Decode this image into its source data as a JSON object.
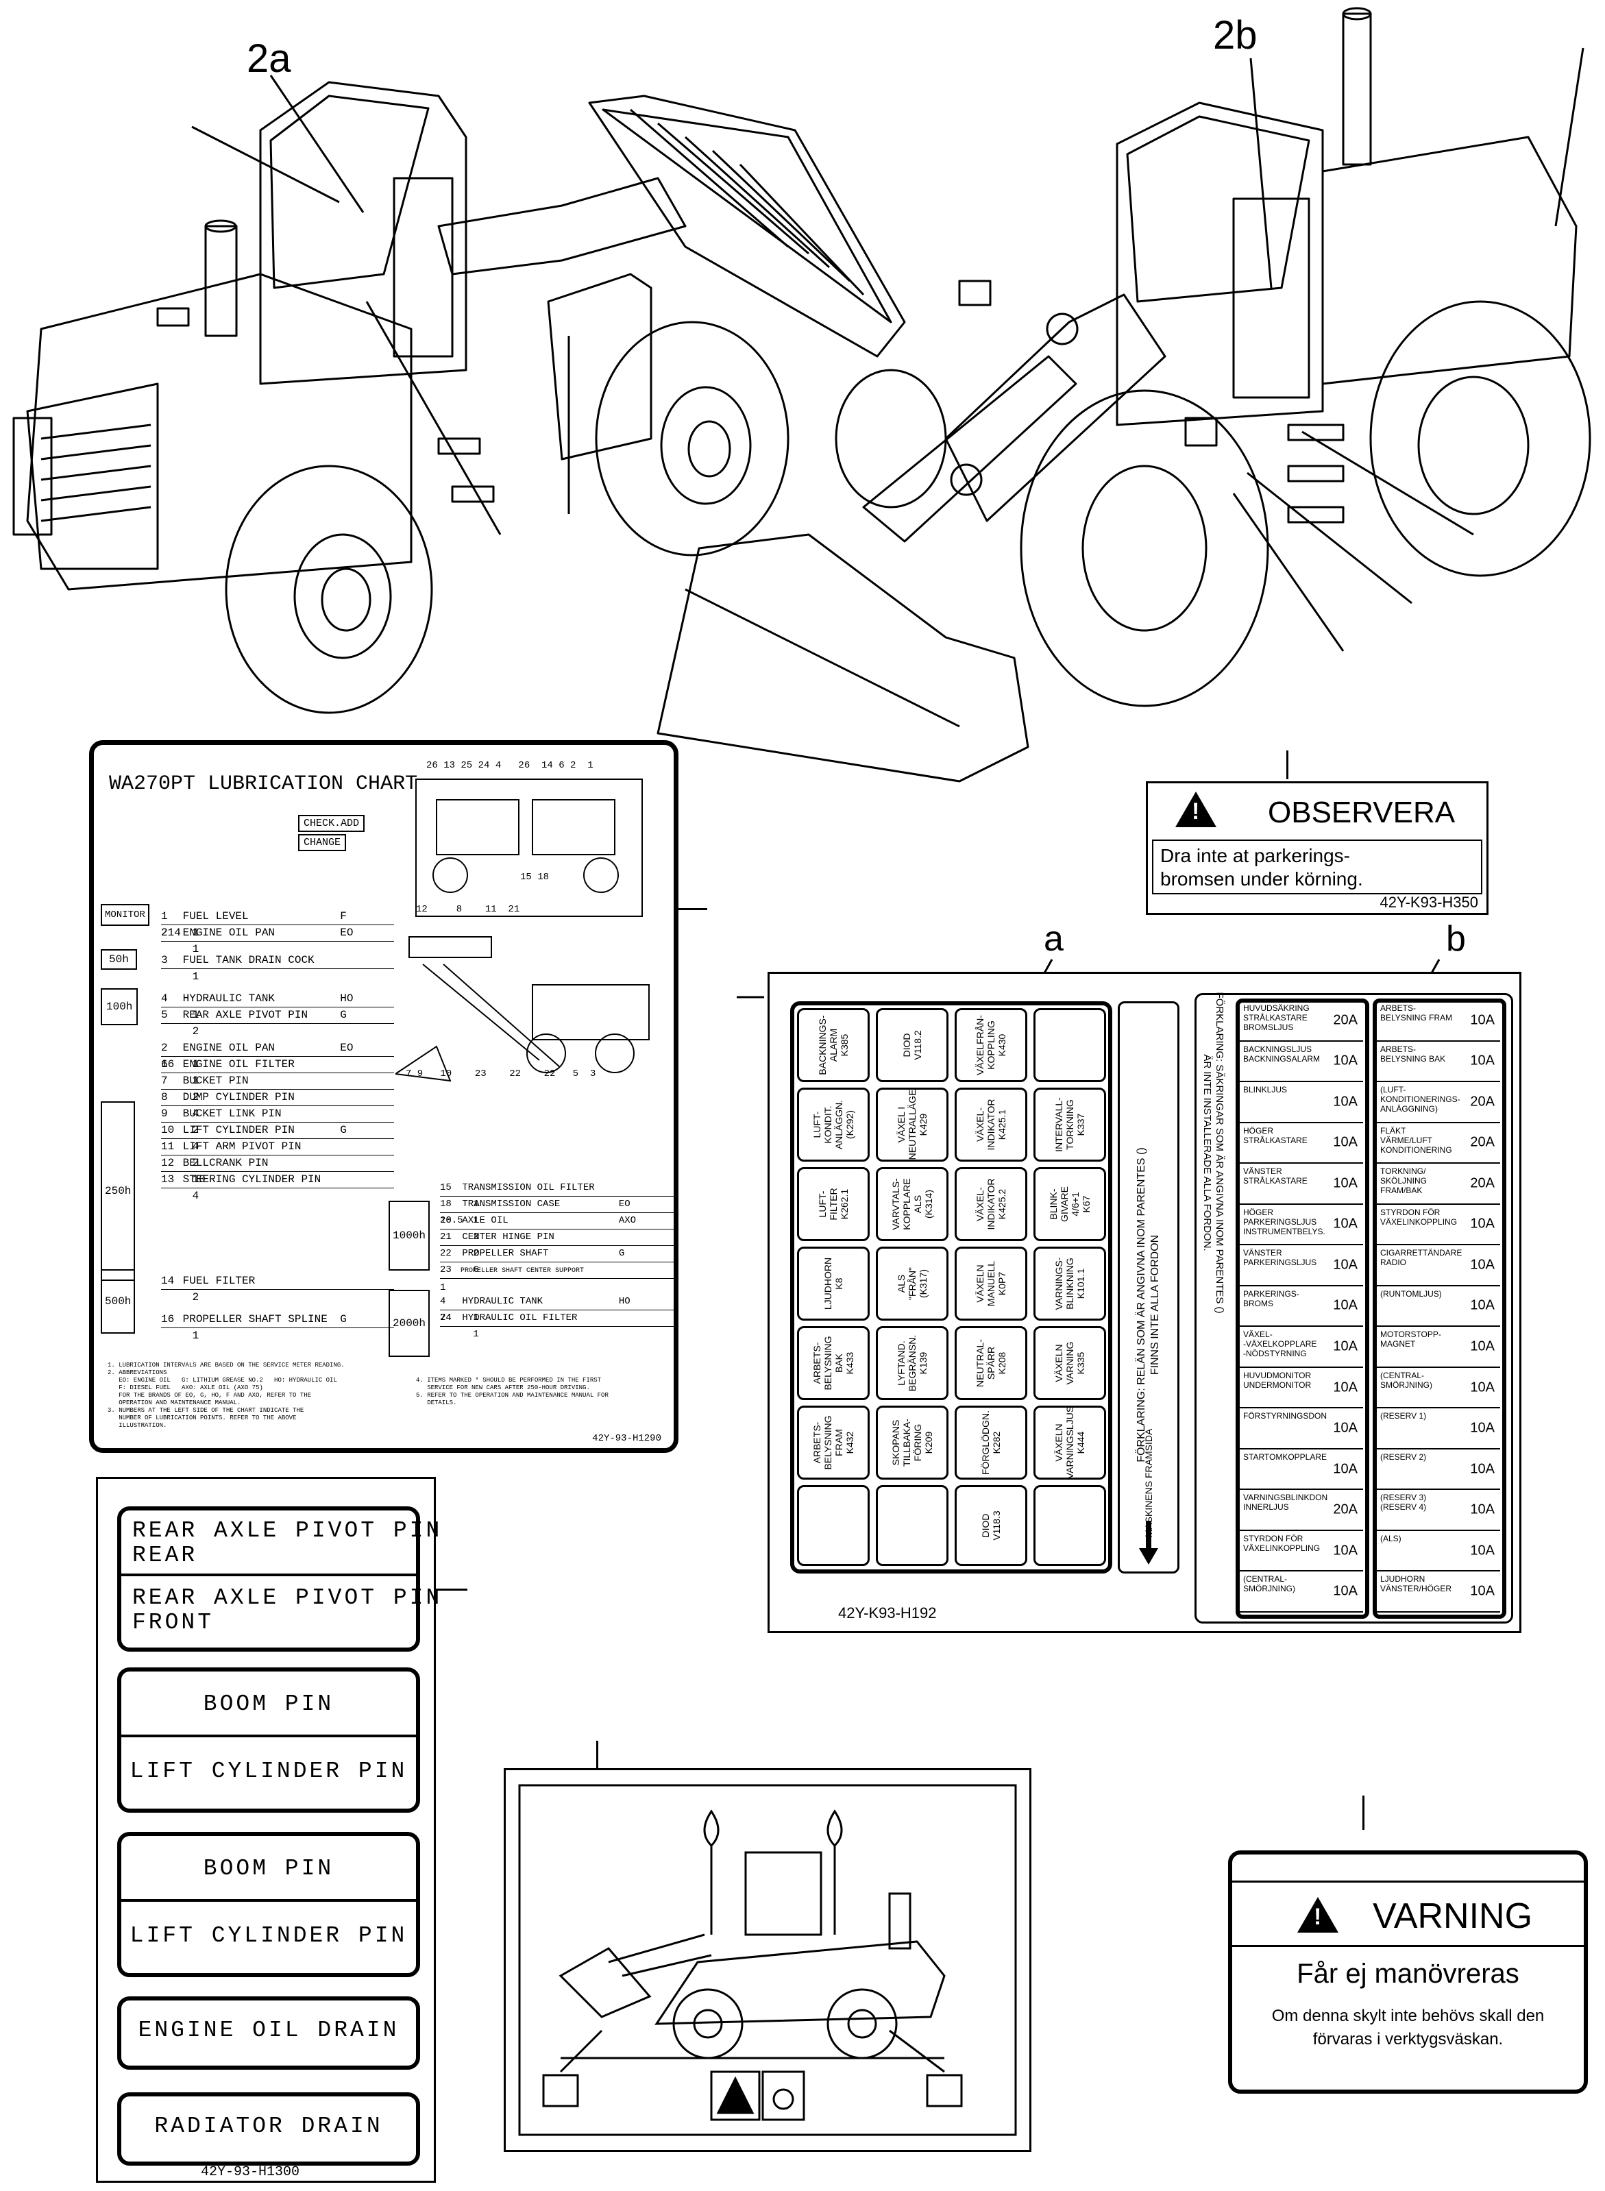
{
  "callouts": {
    "a2": "2a",
    "b2": "2b",
    "a": "a",
    "b": "b"
  },
  "lube_chart": {
    "title": "WA270PT LUBRICATION CHART",
    "check_add": "CHECK.ADD",
    "change": "CHANGE",
    "part_no": "42Y-93-H1290",
    "intervals": [
      "MONITOR",
      "50h",
      "100h",
      "250h",
      "500h",
      "1000h",
      "2000h"
    ],
    "left_rows": [
      {
        "no": "1",
        "item": "FUEL LEVEL",
        "oil": "F",
        "qty": "214",
        "pts": "1"
      },
      {
        "no": "2",
        "item": "ENGINE OIL PAN",
        "oil": "EO",
        "qty": "",
        "pts": "1"
      },
      {
        "no": "3",
        "item": "FUEL TANK DRAIN COCK",
        "oil": "",
        "qty": "",
        "pts": "1"
      },
      {
        "no": "4",
        "item": "HYDRAULIC TANK",
        "oil": "HO",
        "qty": "",
        "pts": "1"
      },
      {
        "no": "5",
        "item": "REAR AXLE PIVOT PIN",
        "oil": "G",
        "qty": "",
        "pts": "2"
      },
      {
        "no": "2",
        "item": "ENGINE OIL PAN",
        "oil": "EO",
        "qty": "16",
        "pts": "1"
      },
      {
        "no": "6",
        "item": "ENGINE OIL FILTER",
        "oil": "",
        "qty": "",
        "pts": "1"
      },
      {
        "no": "7",
        "item": "BUCKET PIN",
        "oil": "",
        "qty": "",
        "pts": "2"
      },
      {
        "no": "8",
        "item": "DUMP CYLINDER PIN",
        "oil": "",
        "qty": "",
        "pts": "4"
      },
      {
        "no": "9",
        "item": "BUCKET LINK PIN",
        "oil": "",
        "qty": "",
        "pts": "2"
      },
      {
        "no": "10",
        "item": "LIFT CYLINDER PIN",
        "oil": "G",
        "qty": "",
        "pts": "4"
      },
      {
        "no": "11",
        "item": "LIFT ARM PIVOT PIN",
        "oil": "",
        "qty": "",
        "pts": "2"
      },
      {
        "no": "12",
        "item": "BELLCRANK PIN",
        "oil": "",
        "qty": "",
        "pts": "10"
      },
      {
        "no": "13",
        "item": "STEERING CYLINDER PIN",
        "oil": "",
        "qty": "",
        "pts": "4"
      },
      {
        "no": "14",
        "item": "FUEL FILTER",
        "oil": "",
        "qty": "",
        "pts": "2"
      },
      {
        "no": "16",
        "item": "PROPELLER SHAFT SPLINE",
        "oil": "G",
        "qty": "",
        "pts": "1"
      }
    ],
    "right_rows": [
      {
        "no": "15",
        "item": "TRANSMISSION OIL FILTER",
        "oil": "",
        "qty": "",
        "pts": "1"
      },
      {
        "no": "18",
        "item": "TRANSMISSION CASE",
        "oil": "EO",
        "qty": "16.5",
        "pts": "1"
      },
      {
        "no": "20",
        "item": "AXLE OIL",
        "oil": "AXO",
        "qty": "",
        "pts": "2"
      },
      {
        "no": "21",
        "item": "CENTER HINGE PIN",
        "oil": "",
        "qty": "",
        "pts": "2"
      },
      {
        "no": "22",
        "item": "PROPELLER SHAFT",
        "oil": "G",
        "qty": "",
        "pts": "6"
      },
      {
        "no": "23",
        "item": "PROPELLER SHAFT CENTER SUPPORT",
        "oil": "",
        "qty": "",
        "pts": "1"
      },
      {
        "no": "4",
        "item": "HYDRAULIC TANK",
        "oil": "HO",
        "qty": "74",
        "pts": "1"
      },
      {
        "no": "24",
        "item": "HYDRAULIC OIL FILTER",
        "oil": "",
        "qty": "",
        "pts": "1"
      }
    ],
    "diagram_numbers_top": "26 13 25 24 4   26  14 6 2  1",
    "diagram_numbers_mid": "15 18",
    "diagram_numbers_low": "12     8    11  21",
    "diagram_numbers_bot": "7 9   10    23    22    22   5  3",
    "notes_left": "1. LUBRICATION INTERVALS ARE BASED ON THE SERVICE METER READING.\n2. ABBREVIATIONS\n   EO: ENGINE OIL   G: LITHIUM GREASE NO.2   HO: HYDRAULIC OIL\n   F: DIESEL FUEL   AXO: AXLE OIL (AXO 75)\n   FOR THE BRANDS OF EO, G, HO, F AND AXO, REFER TO THE\n   OPERATION AND MAINTENANCE MANUAL.\n3. NUMBERS AT THE LEFT SIDE OF THE CHART INDICATE THE\n   NUMBER OF LUBRICATION POINTS. REFER TO THE ABOVE\n   ILLUSTRATION.",
    "notes_right": "4. ITEMS MARKED * SHOULD BE PERFORMED IN THE FIRST\n   SERVICE FOR NEW CARS AFTER 250-HOUR DRIVING.\n5. REFER TO THE OPERATION AND MAINTENANCE MANUAL FOR\n   DETAILS."
  },
  "observera": {
    "title": "OBSERVERA",
    "line1": "Dra inte at parkerings-",
    "line2": "bromsen under körning.",
    "part_no": "42Y-K93-H350"
  },
  "fuse_panel": {
    "part_no": "42Y-K93-H192",
    "front_text": "MASKINENS FRAMSIDA",
    "explanation_left": "FÖRKLARING: RELÄN SOM ÄR ANGIVNA INOM PARENTES ()\nFINNS INTE ALLA FORDON",
    "explanation_right": "FÖRKLARING: SÄKRINGAR SOM ÄR ANGIVNA INOM PARENTES ()\nÄR INTE INSTALLERADE ALLA FORDON.",
    "relays": [
      [
        "BACKNINGS-\nALARM\nK385",
        "DIOD\nV118.2",
        "VÄXELFRÅN-\nKOPPLING\nK430",
        ""
      ],
      [
        "LUFT-\nKONDIT.\nANLÄGGN.\n(K292)",
        "VÄXEL I\nNEUTRALLÄGE\nK429",
        "VÄXEL-\nINDIKATOR\nK425.1",
        "INTERVALL-\nTORKNING\nK337"
      ],
      [
        "LUFT-\nFILTER\nK262.1",
        "VARVTALS-\nKOPPLARE\nALS\n(K314)",
        "VÄXEL-\nINDIKATOR\nK425.2",
        "BLINK-\nGIVARE\n4/6+1\nK67"
      ],
      [
        "LJUDHORN\nK8",
        "ALS\n\"FRÅN\"\n(K317)",
        "VÄXELN\nMANUELL\nK0P7",
        "VARNINGS-\nBLINKNING\nK101.1"
      ],
      [
        "ARBETS-\nBELYSNING\nBAK\nK433",
        "LYFTAND.\nBEGRÄNSN.\nK139",
        "NEUTRAL-\nSPÄRR\nK208",
        "VÄXELN\nVARNING\nK335"
      ],
      [
        "ARBETS-\nBELYSNING\nFRAM\nK432",
        "SKOPANS\nTILLBAKA-\nFÖRING\nK209",
        "FÖRGLÖDGN.\nK282",
        "VÄXELN\nVARNINGSLJUS\nK444"
      ],
      [
        "",
        "",
        "DIOD\nV118.3",
        ""
      ]
    ],
    "fuses_left": [
      {
        "name": "HUVUDSÄKRING\nSTRÅLKASTARE\nBROMSLJUS",
        "amp": "20A"
      },
      {
        "name": "BACKNINGSLJUS\nBACKNINGSALARM",
        "amp": "10A"
      },
      {
        "name": "BLINKLJUS",
        "amp": "10A"
      },
      {
        "name": "HÖGER\nSTRÅLKASTARE",
        "amp": "10A"
      },
      {
        "name": "VÄNSTER\nSTRÅLKASTARE",
        "amp": "10A"
      },
      {
        "name": "HÖGER\nPARKERINGSLJUS\nINSTRUMENTBELYS.",
        "amp": "10A"
      },
      {
        "name": "VÄNSTER\nPARKERINGSLJUS",
        "amp": "10A"
      },
      {
        "name": "PARKERINGS-\nBROMS",
        "amp": "10A"
      },
      {
        "name": "VÄXEL-\n-VÄXELKOPPLARE\n-NÖDSTYRNING",
        "amp": "10A"
      },
      {
        "name": "HUVUDMONITOR\nUNDERMONITOR",
        "amp": "10A"
      },
      {
        "name": "FÖRSTYRNINGSDON",
        "amp": "10A"
      },
      {
        "name": "STARTOMKOPPLARE",
        "amp": "10A"
      },
      {
        "name": "VARNINGSBLINKDON\nINNERLJUS",
        "amp": "20A"
      },
      {
        "name": "STYRDON FÖR\nVÄXELINKOPPLING",
        "amp": "10A"
      },
      {
        "name": "(CENTRAL-\nSMÖRJNING)",
        "amp": "10A"
      }
    ],
    "fuses_right": [
      {
        "name": "ARBETS-\nBELYSNING FRAM",
        "amp": "10A"
      },
      {
        "name": "ARBETS-\nBELYSNING BAK",
        "amp": "10A"
      },
      {
        "name": "(LUFT-\nKONDITIONERINGS-\nANLÄGGNING)",
        "amp": "20A"
      },
      {
        "name": "FLÄKT\nVÄRME/LUFT\nKONDITIONERING",
        "amp": "20A"
      },
      {
        "name": "TORKNING/\nSKÖLJNING\nFRAM/BAK",
        "amp": "20A"
      },
      {
        "name": "STYRDON FÖR\nVÄXELINKOPPLING",
        "amp": "10A"
      },
      {
        "name": "CIGARRETTÄNDARE\nRADIO",
        "amp": "10A"
      },
      {
        "name": "(RUNTOMLJUS)",
        "amp": "10A"
      },
      {
        "name": "MOTORSTOPP-\nMAGNET",
        "amp": "10A"
      },
      {
        "name": "(CENTRAL-\nSMÖRJNING)",
        "amp": "10A"
      },
      {
        "name": "(RESERV 1)",
        "amp": "10A"
      },
      {
        "name": "(RESERV 2)",
        "amp": "10A"
      },
      {
        "name": "(RESERV 3)\n(RESERV 4)",
        "amp": "10A"
      },
      {
        "name": "(ALS)",
        "amp": "10A"
      },
      {
        "name": "LJUDHORN\nVÄNSTER/HÖGER",
        "amp": "10A"
      }
    ]
  },
  "pin_labels": {
    "strips": [
      "REAR AXLE PIVOT PIN\nREAR",
      "REAR AXLE PIVOT PIN\nFRONT",
      "BOOM PIN",
      "LIFT CYLINDER PIN",
      "BOOM PIN",
      "LIFT CYLINDER PIN",
      "ENGINE OIL DRAIN",
      "RADIATOR DRAIN"
    ],
    "part_no": "42Y-93-H1300"
  },
  "varning": {
    "title": "VARNING",
    "line1": "Får ej manövreras",
    "line2": "Om denna skylt inte behövs skall den",
    "line3": "förvaras i verktygsväskan."
  }
}
